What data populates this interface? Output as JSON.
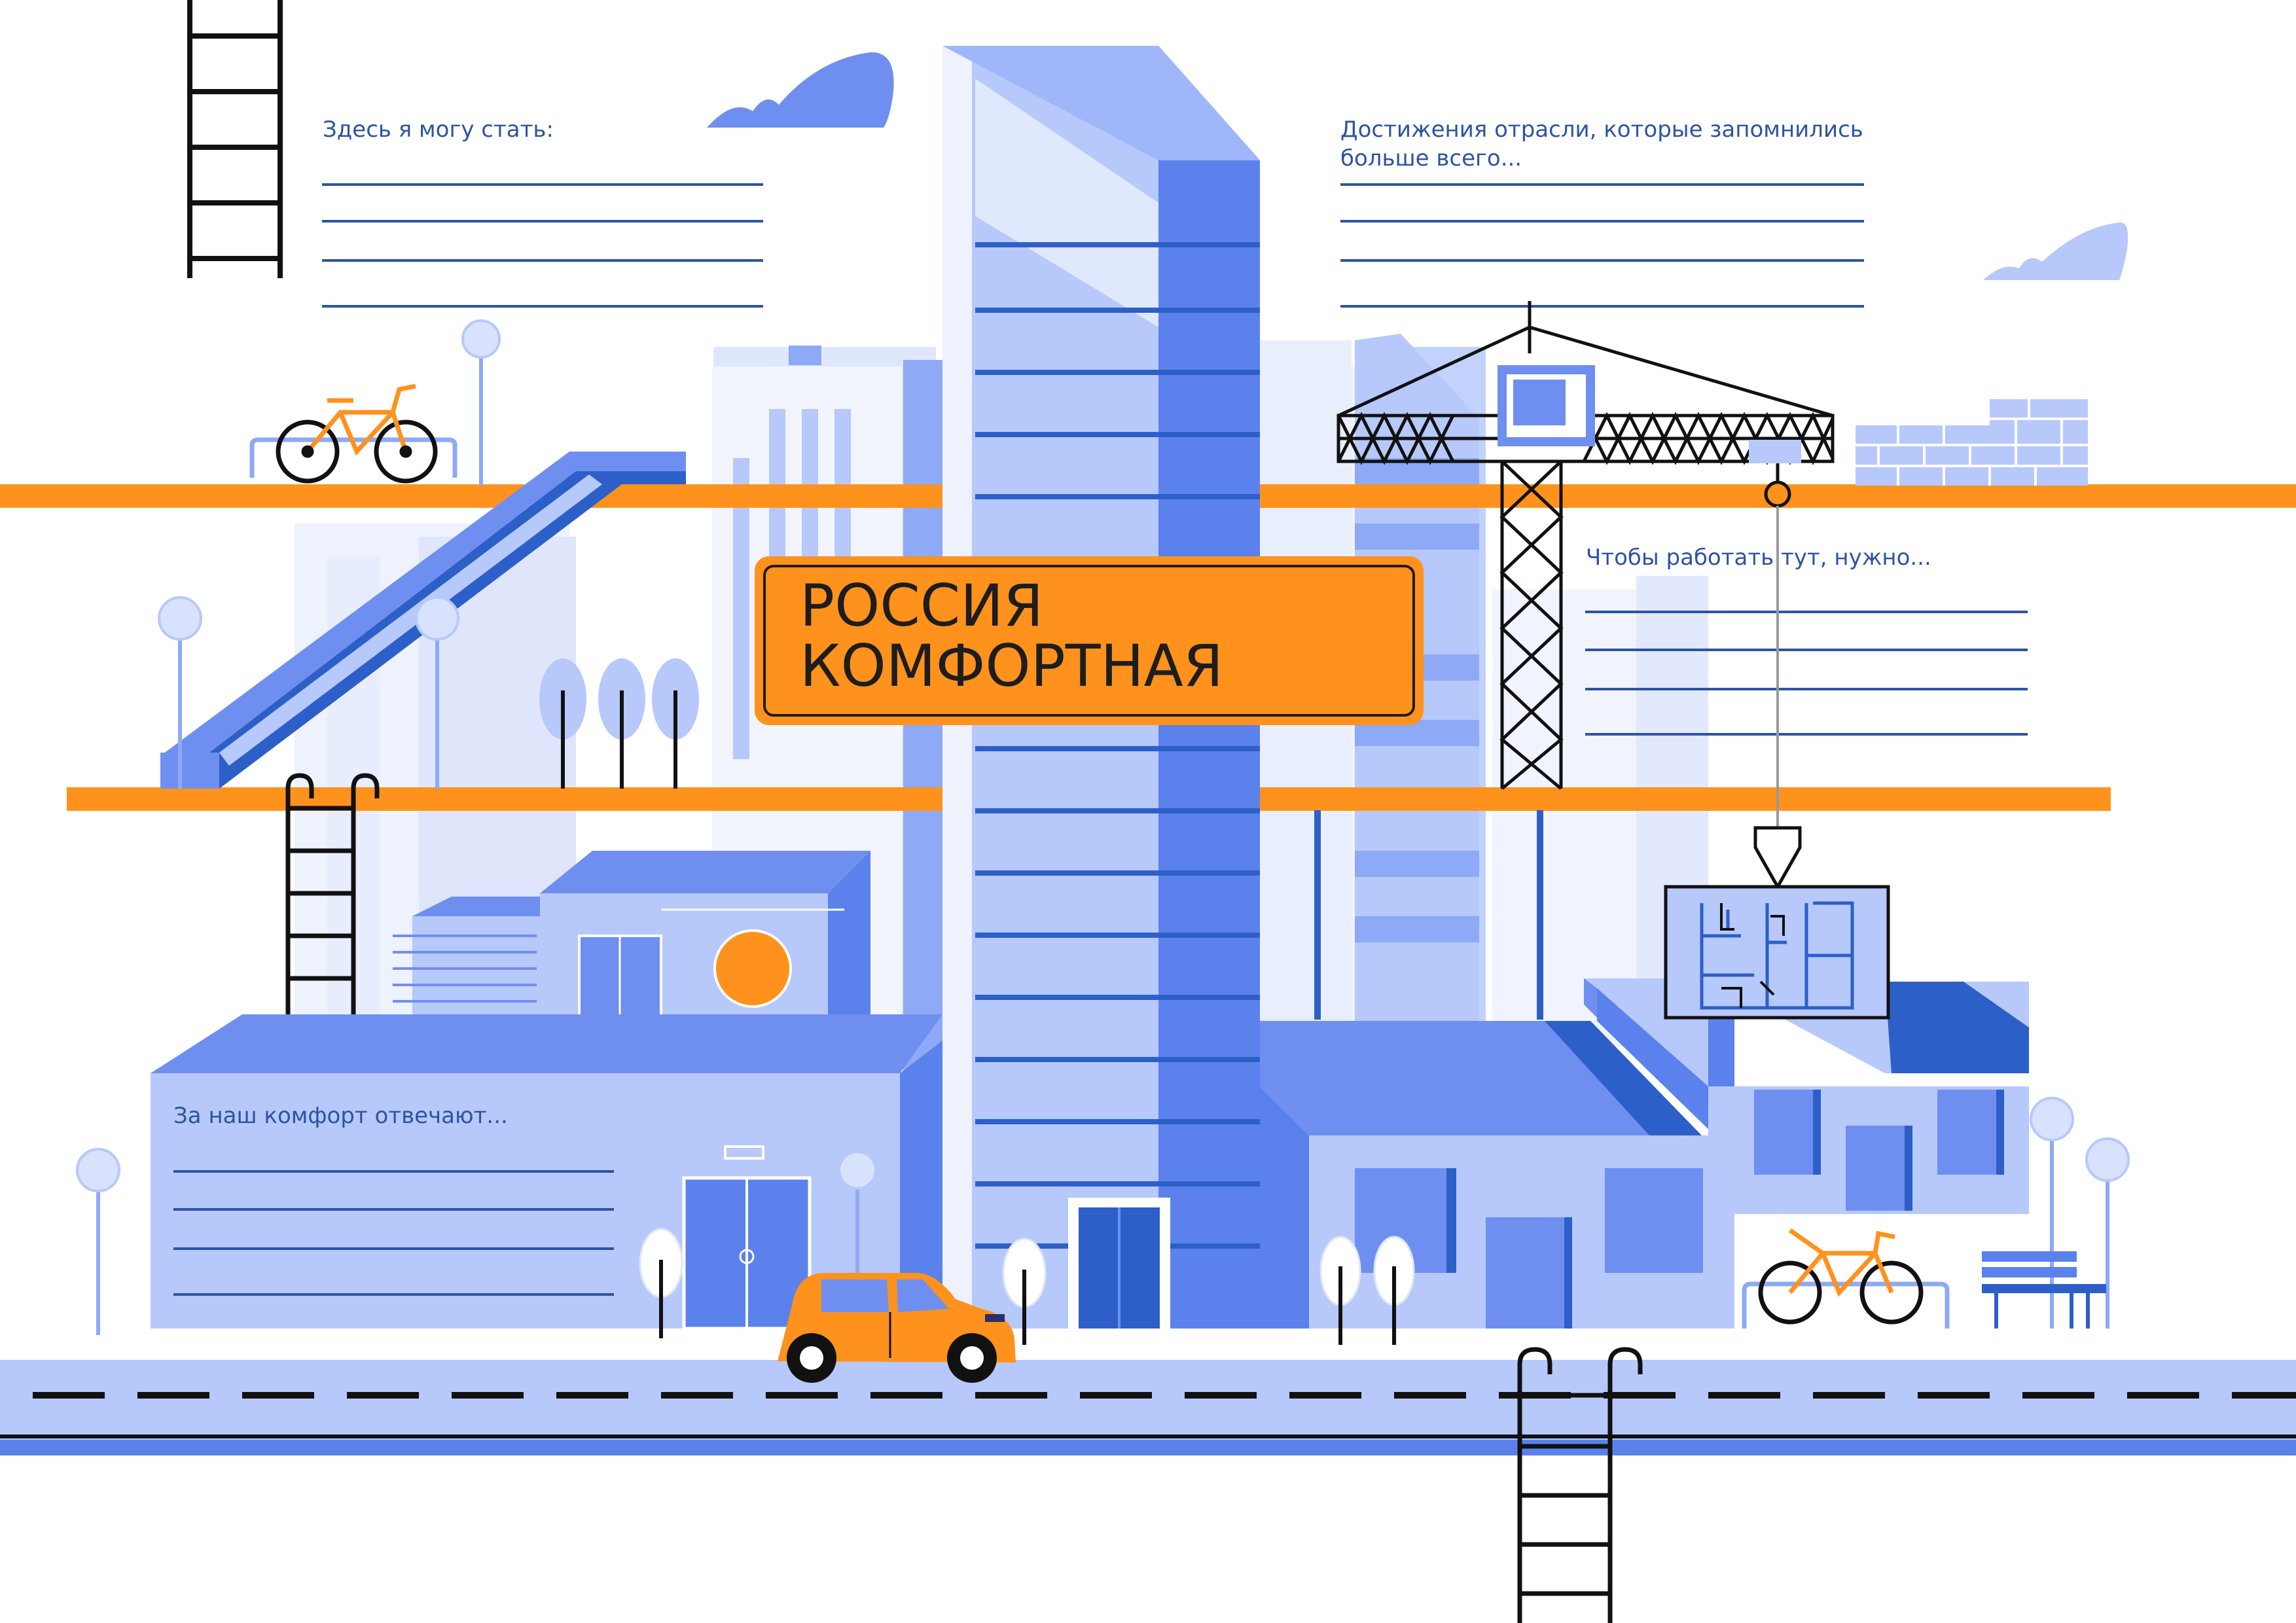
{
  "sign": {
    "line1": "РОССИЯ",
    "line2": "КОМФОРТНАЯ"
  },
  "prompts": {
    "can_become": "Здесь я могу стать:",
    "achievements": "Достижения отрасли, которые запомнились\nбольше всего...",
    "to_work": "Чтобы работать тут, нужно...",
    "comfort": "За наш комфорт отвечают..."
  },
  "colors": {
    "orange": "#ff921c",
    "blue_dark": "#2d5fc9",
    "blue_mid": "#6f8ff0",
    "blue_light": "#b7c8fb",
    "blue_pale": "#e8eefc",
    "line_text": "#2c54a3",
    "ink": "#111111"
  },
  "icons": [
    "ladder-icon",
    "bicycle-icon",
    "crane-icon",
    "car-icon",
    "escalator-icon",
    "bench-icon",
    "streetlight-icon",
    "tree-icon",
    "cloud-icon",
    "blueprint-icon",
    "brick-wall-icon"
  ]
}
